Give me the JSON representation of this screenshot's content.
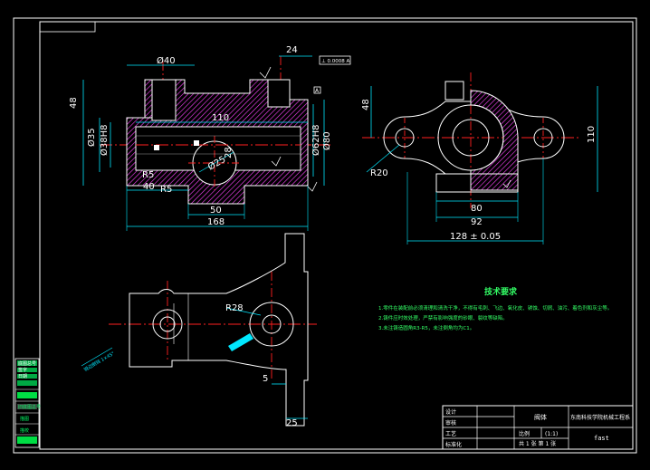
{
  "colors": {
    "background": "#000000",
    "outline": "#ffffff",
    "dimension": "#00e8ff",
    "centerline": "#ff2020",
    "hatch": "#ff44ff",
    "notes": "#33ff66",
    "frame_fill": "#00dd44"
  },
  "front_view": {
    "dims": {
      "d40": "Ø40",
      "d24": "24",
      "d48": "48",
      "d110": "110",
      "d35": "Ø35",
      "d38h8": "Ø38H8",
      "d62h8": "Ø62H8",
      "d80": "Ø80",
      "r5a": "R5",
      "r5b": "R5",
      "d40b": "40",
      "d25": "Ø25",
      "d28": "28",
      "d50": "50",
      "d168": "168"
    },
    "tolerance_frame": "⊥ 0.0008 A",
    "datum": "A"
  },
  "side_view": {
    "dims": {
      "d48": "48",
      "r20": "R20",
      "d110": "110",
      "d80": "80",
      "d92": "92",
      "d128": "128 ± 0.05"
    }
  },
  "top_view": {
    "dims": {
      "r28": "R28",
      "d5": "5",
      "d25": "25"
    },
    "note": "锐边倒钝 1×45°"
  },
  "tech_req": {
    "title": "技术要求",
    "lines": [
      "1.零件在装配前必须清理和清洗干净，不得有毛刺、飞边、氧化皮、锈蚀、切屑、油污、着色剂和灰尘等。",
      "2.铸件应时效处理，严禁有影响强度的砂眼、裂纹等缺陷。",
      "3.未注铸造圆角R3-R5，未注倒角均为C1。"
    ]
  },
  "left_table": {
    "rows": [
      "底图总号",
      "签字",
      "日期",
      "旧底图总号",
      "描图",
      "描校"
    ]
  },
  "title_block": {
    "left_labels": [
      "设计",
      "审核",
      "工艺",
      "标准化"
    ],
    "part_name": "阀体",
    "school": "东南科技学院机械工程系",
    "scale_label": "比例",
    "scale": "(1:1)",
    "sheet": "共 1 张 第 1 张",
    "file_name": "fast"
  }
}
